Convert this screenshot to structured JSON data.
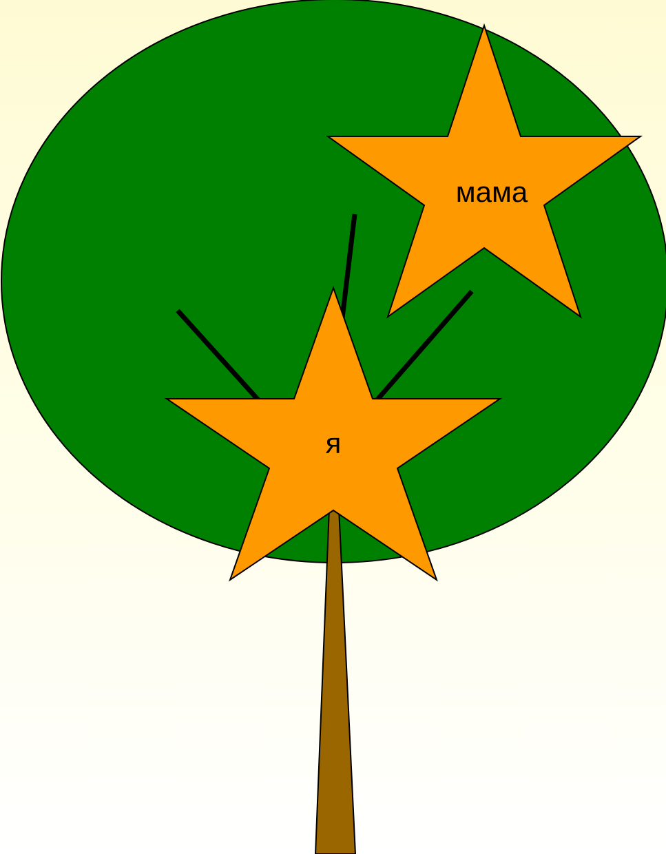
{
  "diagram": {
    "type": "family-tree",
    "nodes": [
      {
        "id": "mama",
        "label": "мама"
      },
      {
        "id": "me",
        "label": "я"
      }
    ]
  },
  "colors": {
    "background_top": "#fefbd4",
    "background_bottom": "#ffffff",
    "crown": "#008000",
    "trunk": "#996600",
    "star_fill": "#ff9900",
    "outline": "#000000"
  }
}
